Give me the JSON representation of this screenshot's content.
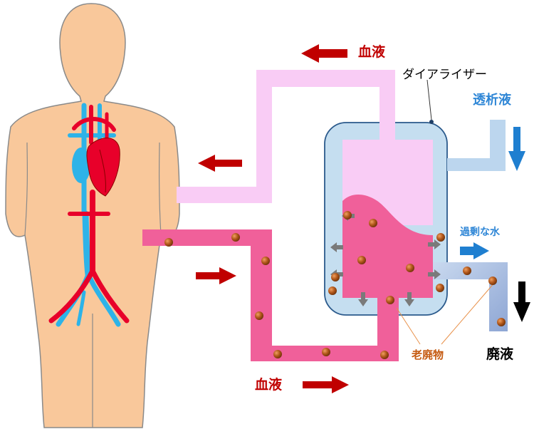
{
  "labels": {
    "blood_top": "血液",
    "blood_bottom": "血液",
    "dialyzer": "ダイアライザー",
    "dialysate": "透析液",
    "excess_water": "過剰な水",
    "waste": "老廃物",
    "effluent": "廃液"
  },
  "colors": {
    "body": "#f9c89b",
    "artery": "#e8002a",
    "vein": "#2db3e8",
    "blood_return": "#f9ccf5",
    "blood_out": "#f0609a",
    "dialyzer_shell": "#c5def0",
    "dialyzer_outline": "#2b5a8c",
    "dialysate_tube": "#bcd6ee",
    "waste_particle": "#b0561a",
    "arrow_red": "#c00000",
    "arrow_blue": "#1f7fd0",
    "arrow_gray": "#7a7a7a"
  }
}
